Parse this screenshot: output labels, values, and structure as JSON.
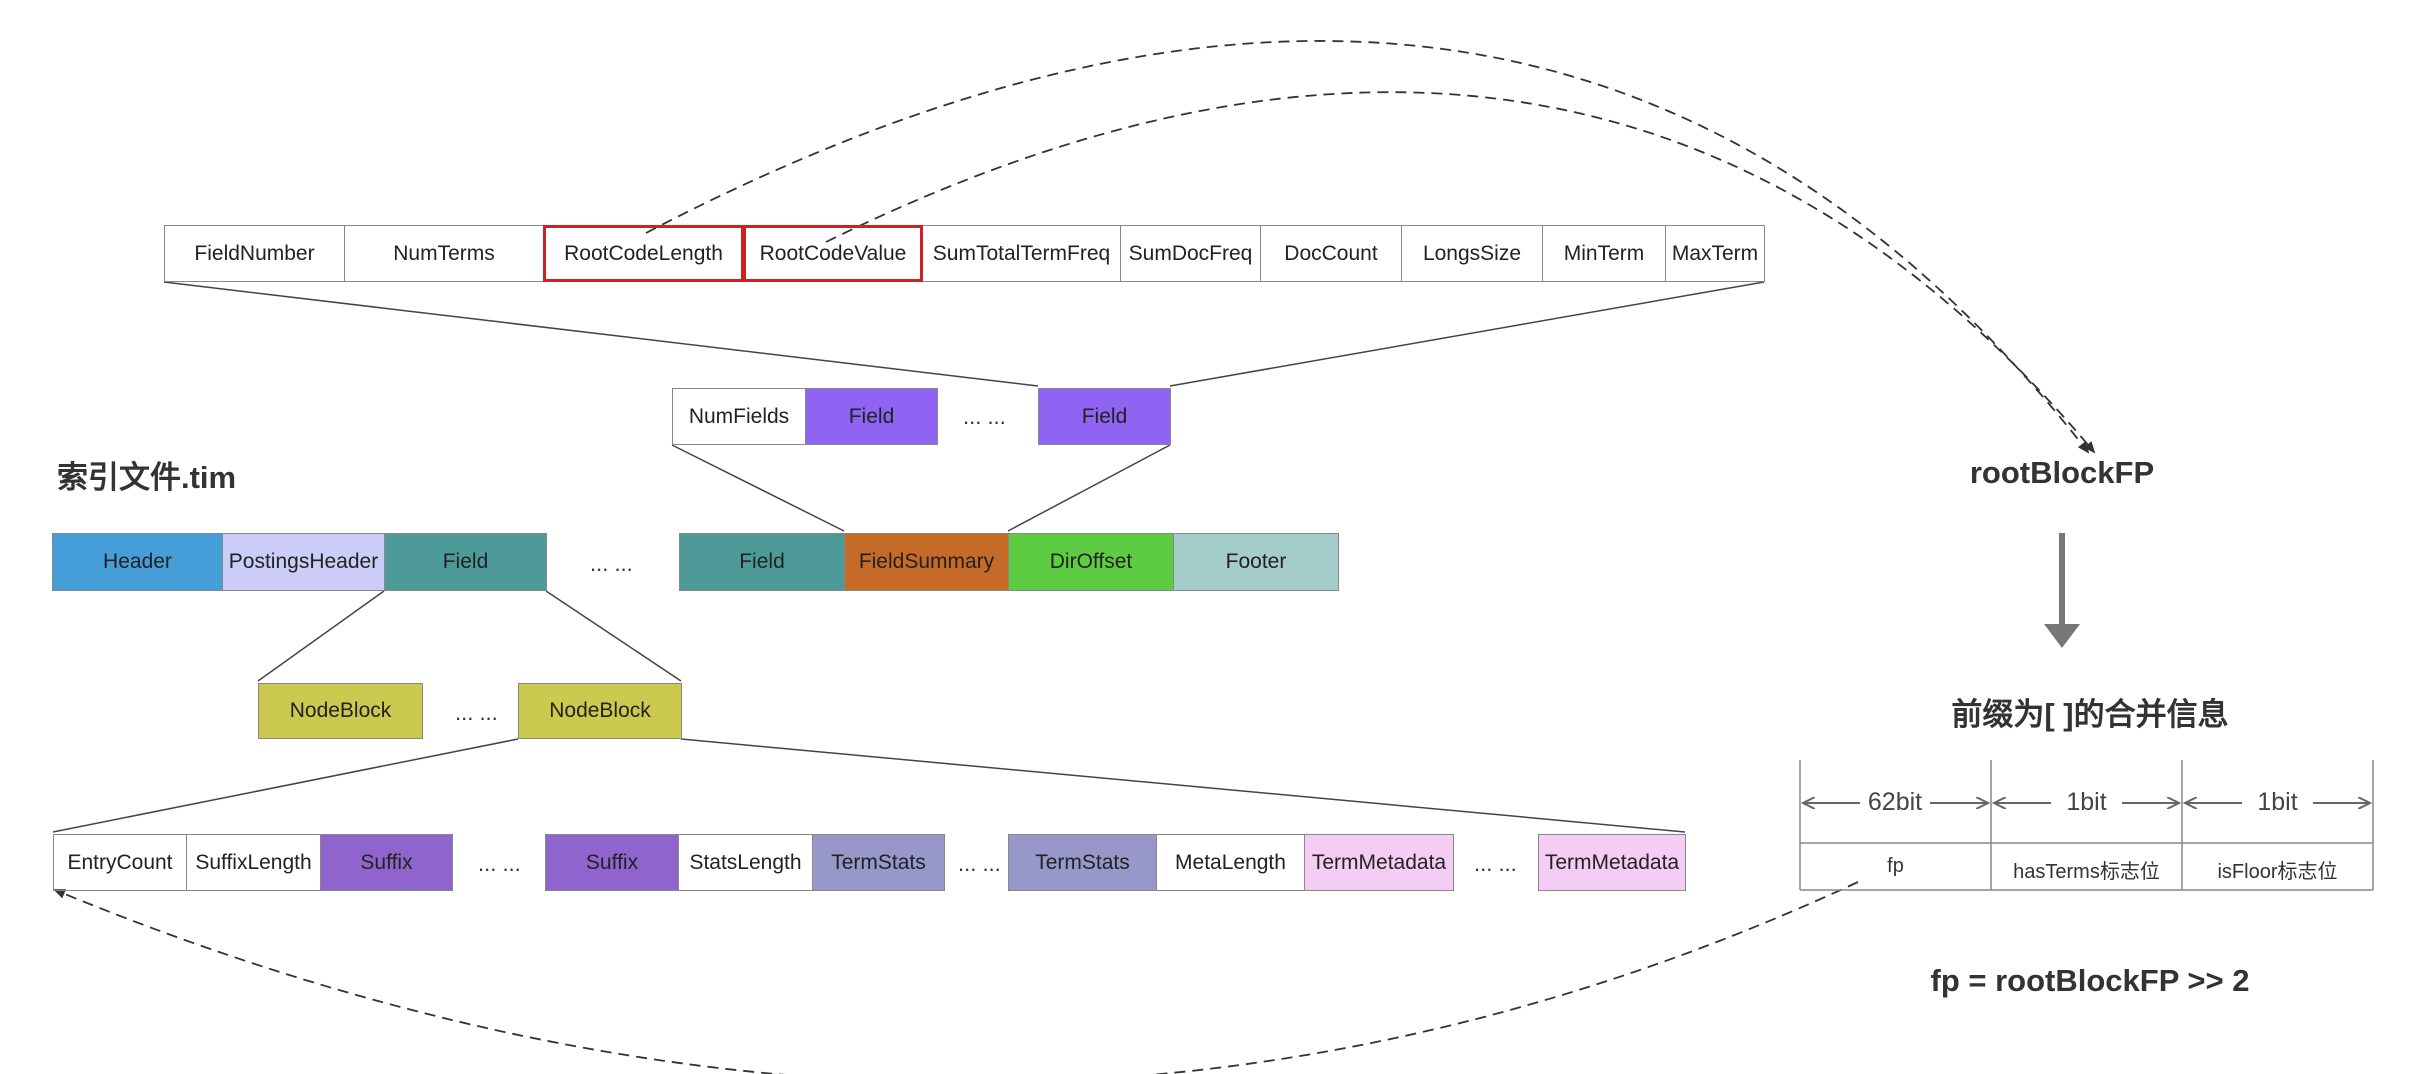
{
  "file_title": "索引文件.tim",
  "field_summary_row": {
    "cells": [
      "FieldNumber",
      "NumTerms",
      "RootCodeLength",
      "RootCodeValue",
      "SumTotalTermFreq",
      "SumDocFreq",
      "DocCount",
      "LongsSize",
      "MinTerm",
      "MaxTerm"
    ]
  },
  "field_summary_list": {
    "cells": [
      "NumFields",
      "Field",
      "... ...",
      "Field"
    ]
  },
  "tim_row": {
    "cells": [
      "Header",
      "PostingsHeader",
      "Field",
      "... ...",
      "Field",
      "FieldSummary",
      "DirOffset",
      "Footer"
    ]
  },
  "nodeblock_row": {
    "cells": [
      "NodeBlock",
      "... ...",
      "NodeBlock"
    ]
  },
  "entry_row": {
    "cells": [
      "EntryCount",
      "SuffixLength",
      "Suffix",
      "... ...",
      "Suffix",
      "StatsLength",
      "TermStats",
      "... ...",
      "TermStats",
      "MetaLength",
      "TermMetadata",
      "... ...",
      "TermMetadata"
    ]
  },
  "root_block": {
    "title": "rootBlockFP",
    "merge_title": "前缀为[ ]的合并信息",
    "bit_widths": [
      "62bit",
      "1bit",
      "1bit"
    ],
    "bit_fields": [
      "fp",
      "hasTerms标志位",
      "isFloor标志位"
    ],
    "formula": "fp = rootBlockFP >> 2"
  },
  "colors": {
    "header": "#459ED8",
    "postings_header": "#CCCCF9",
    "field_teal": "#4E9A99",
    "field_summary": "#C66A28",
    "dir_offset": "#5ECC43",
    "footer": "#A3CCCA",
    "field_purple": "#8F64F2",
    "node_block": "#CCCA4E",
    "suffix": "#8F64CC",
    "term_stats": "#9797C9",
    "term_metadata": "#F4CCF4",
    "highlight_red": "#CC2222"
  }
}
